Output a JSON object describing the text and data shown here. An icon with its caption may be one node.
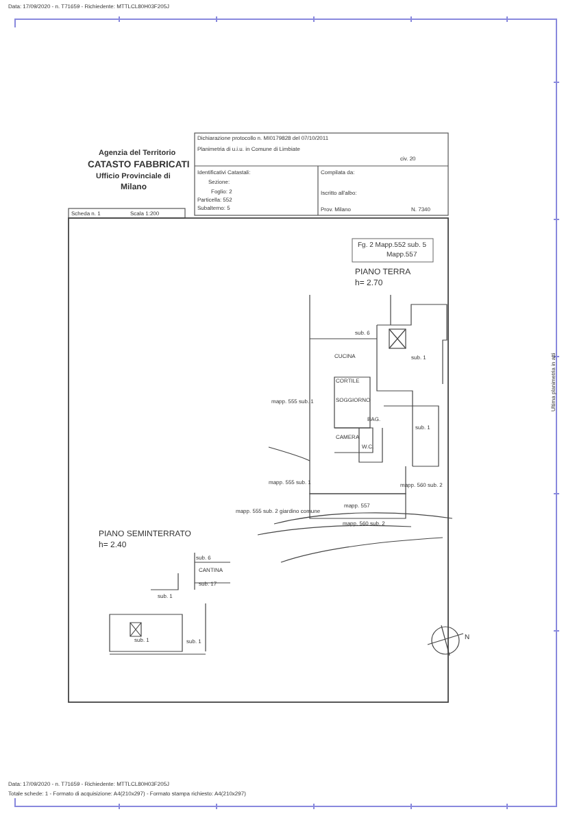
{
  "diagram": {
    "labels": [
      "Data: 17/09/2020 - n. T71659 - Richiedente: MTTLCL80H03F205J",
      "Agenzia del Territorio",
      "CATASTO FABBRICATI",
      "Ufficio Provinciale di",
      "Milano",
      "Dichiarazione protocollo n. MI0179828 del 07/10/2011",
      "Planimetria di u.i.u. in Comune di Limbiate",
      "civ. 20",
      "Identificativi Catastali:",
      "Sezione:",
      "Foglio: 2",
      "Particella: 552",
      "Subalterno: 5",
      "Compilata da:",
      "Iscritto all'albo:",
      "Prov. Milano",
      "N. 7340",
      "Scheda n. 1",
      "Scala 1:200",
      "Fg. 2   Mapp.552  sub. 5",
      "Mapp.557",
      "PIANO TERRA",
      "h= 2.70",
      "sub. 6",
      "CUCINA",
      "sub. 1",
      "CORTILE",
      "SOGGIORNO",
      "mapp. 555 sub. 1",
      "BAG.",
      "CAMERA",
      "W.C.",
      "sub. 1",
      "mapp. 555 sub. 1",
      "mapp. 557",
      "mapp. 560 sub. 2",
      "mapp. 555 sub. 2 giardino comune",
      "mapp. 560 sub. 2",
      "PIANO SEMINTERRATO",
      "h= 2.40",
      "sub. 6",
      "CANTINA",
      "sub. 17",
      "sub. 1",
      "sub. 1",
      "sub. 1",
      "N",
      "Data: 17/09/2020 - n. T71659 - Richiedente: MTTLCL80H03F205J",
      "Totale schede: 1 - Formato di acquisizione: A4(210x297) - Formato stampa richiesto: A4(210x297)",
      "Ultima planimetria in atti"
    ]
  }
}
